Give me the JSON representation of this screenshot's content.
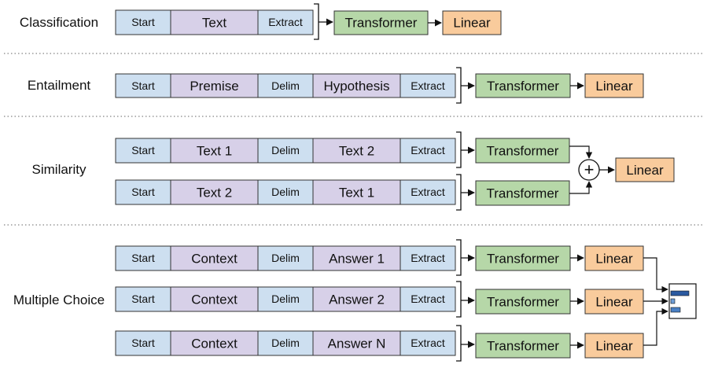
{
  "colors": {
    "token_start": "#cddff0",
    "token_text": "#d7d0e8",
    "transformer": "#b6d7a8",
    "linear": "#f9cb9c",
    "stroke": "#333333",
    "softmax_bar": "#2b5aa0"
  },
  "tasks": [
    {
      "label": "Classification",
      "rows": [
        {
          "tokens": [
            "Start",
            "Text",
            "Extract"
          ],
          "transformer": "Transformer",
          "linear": "Linear"
        }
      ]
    },
    {
      "label": "Entailment",
      "rows": [
        {
          "tokens": [
            "Start",
            "Premise",
            "Delim",
            "Hypothesis",
            "Extract"
          ],
          "transformer": "Transformer",
          "linear": "Linear"
        }
      ]
    },
    {
      "label": "Similarity",
      "rows": [
        {
          "tokens": [
            "Start",
            "Text 1",
            "Delim",
            "Text 2",
            "Extract"
          ],
          "transformer": "Transformer"
        },
        {
          "tokens": [
            "Start",
            "Text 2",
            "Delim",
            "Text 1",
            "Extract"
          ],
          "transformer": "Transformer"
        }
      ],
      "combine_symbol": "+",
      "linear": "Linear"
    },
    {
      "label": "Multiple Choice",
      "rows": [
        {
          "tokens": [
            "Start",
            "Context",
            "Delim",
            "Answer 1",
            "Extract"
          ],
          "transformer": "Transformer",
          "linear": "Linear"
        },
        {
          "tokens": [
            "Start",
            "Context",
            "Delim",
            "Answer 2",
            "Extract"
          ],
          "transformer": "Transformer",
          "linear": "Linear"
        },
        {
          "tokens": [
            "Start",
            "Context",
            "Delim",
            "Answer N",
            "Extract"
          ],
          "transformer": "Transformer",
          "linear": "Linear"
        }
      ]
    }
  ]
}
